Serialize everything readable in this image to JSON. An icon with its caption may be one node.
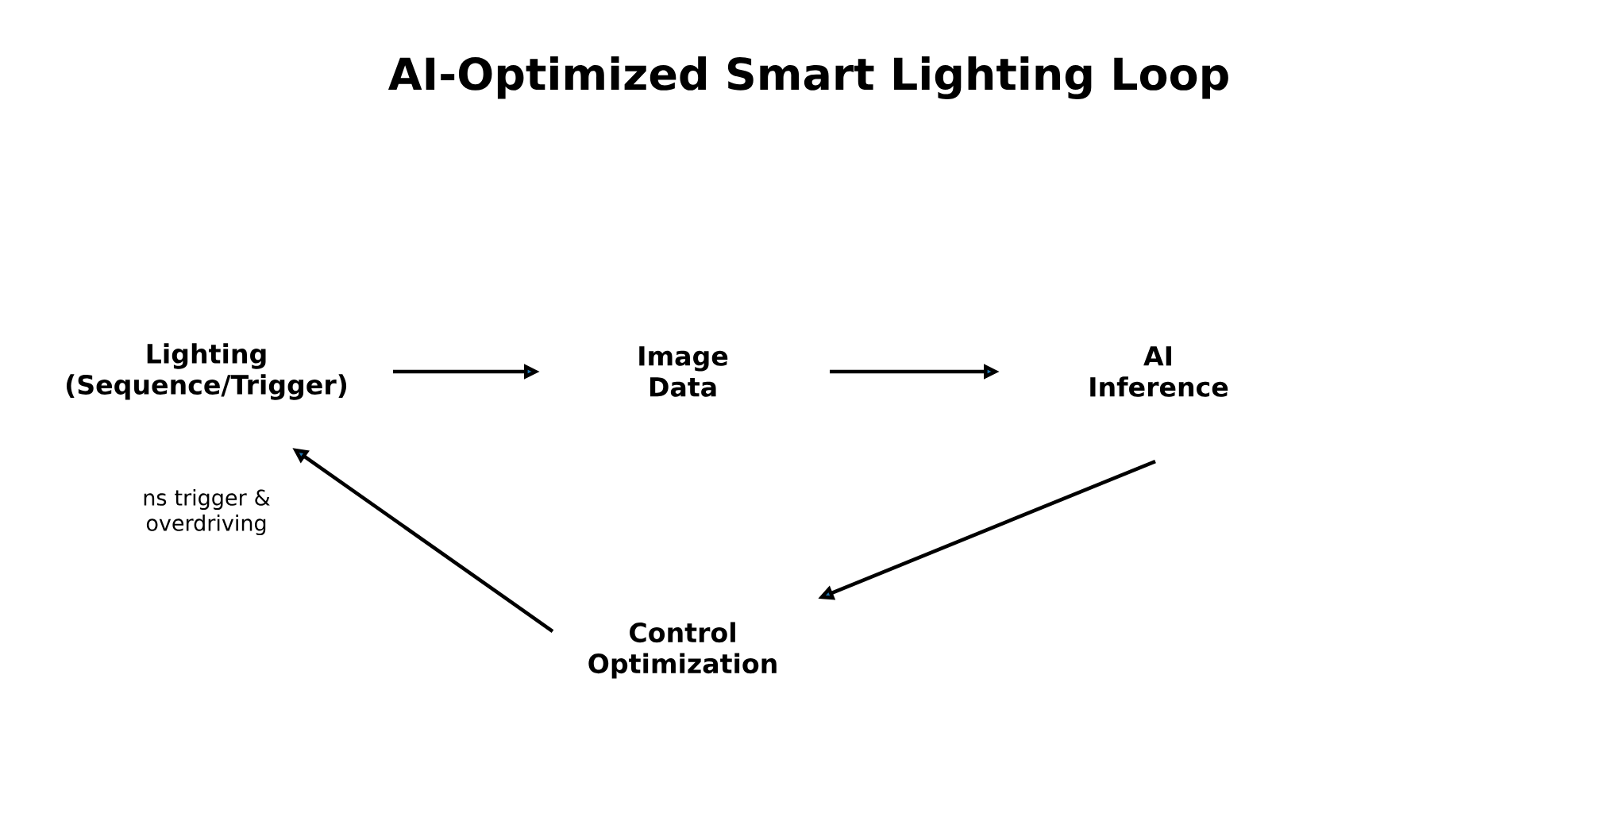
{
  "diagram": {
    "title": "AI-Optimized Smart Lighting Loop",
    "nodes": [
      {
        "text": [
          "Lighting (Sequence/Trigger)"
        ]
      },
      {
        "text": [
          "Image Data"
        ]
      },
      {
        "text": [
          "AI Inference"
        ]
      },
      {
        "text": [
          "Control Optimization"
        ]
      }
    ],
    "edges": [
      {
        "from": 0,
        "to": 1,
        "arrow": "to"
      },
      {
        "from": 1,
        "to": 2,
        "arrow": "to"
      },
      {
        "from": 2,
        "to": 3,
        "arrow": "to"
      },
      {
        "from": 3,
        "to": 0,
        "arrow": "to"
      }
    ],
    "labels": [
      "ns trigger & overdriving"
    ]
  }
}
